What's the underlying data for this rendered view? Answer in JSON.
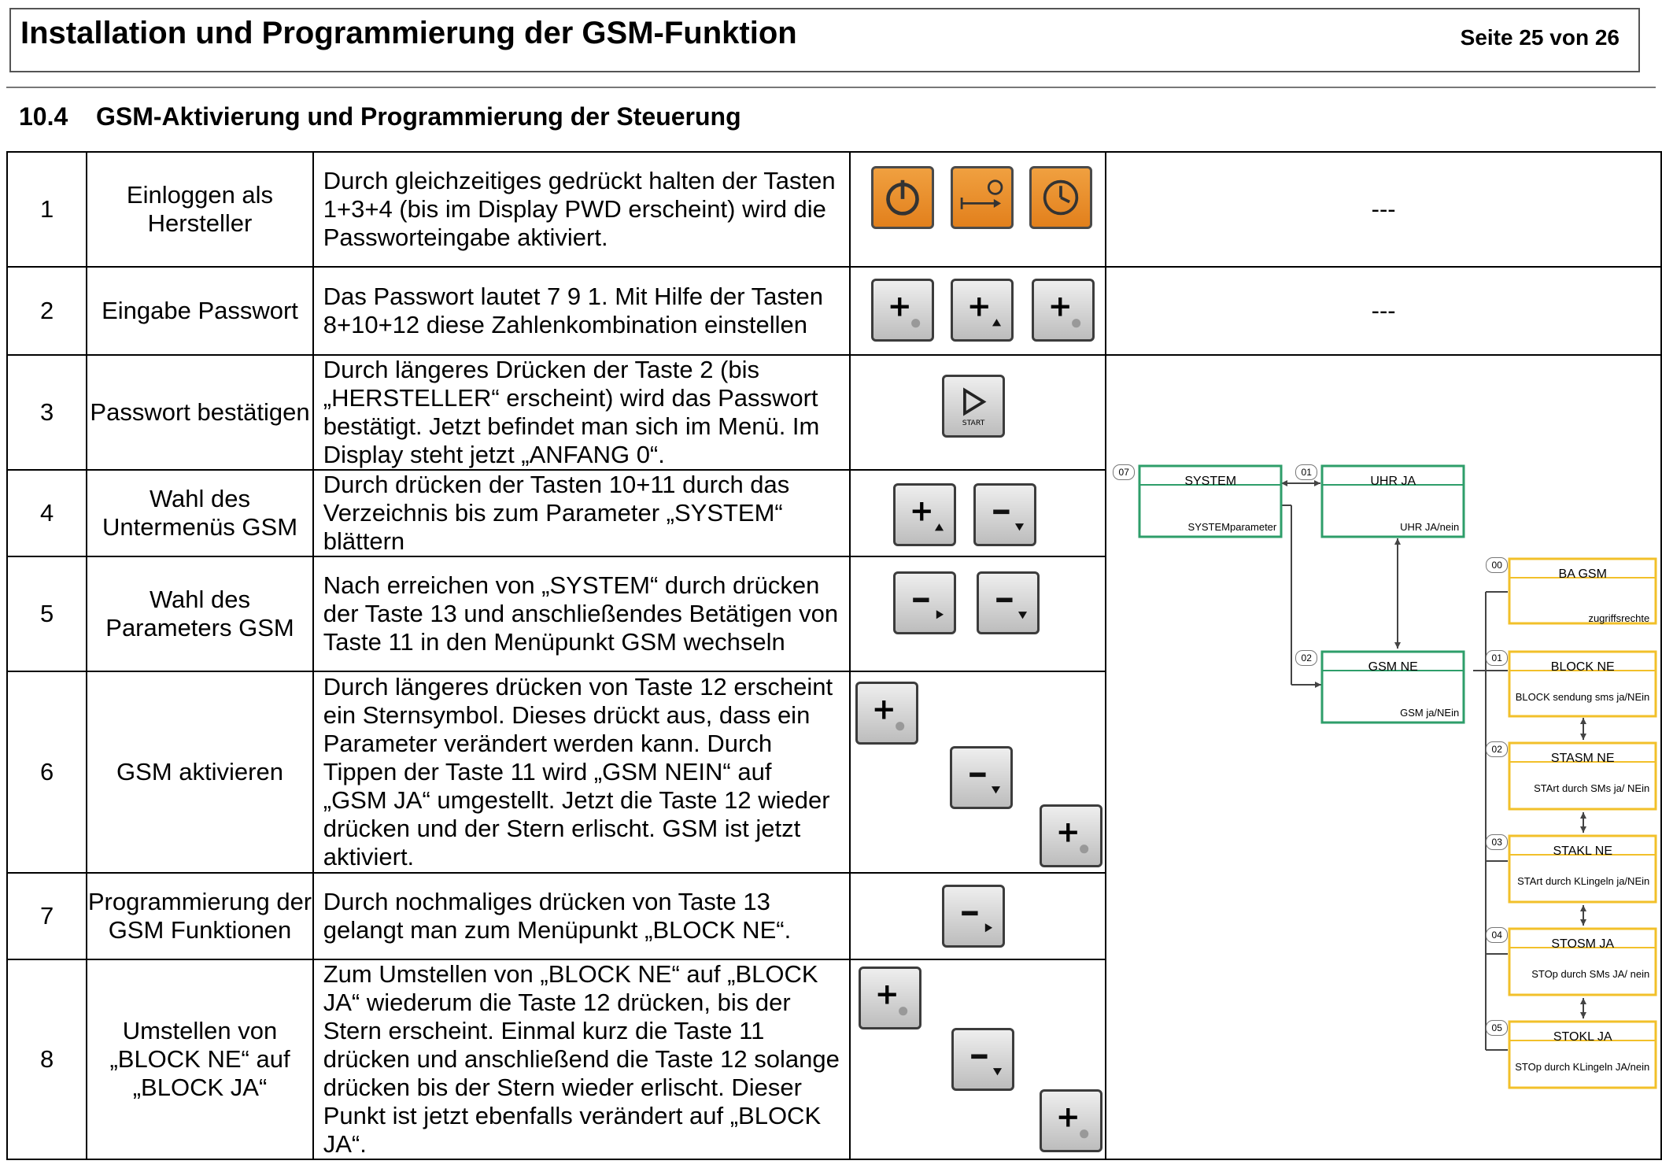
{
  "header": {
    "title": "Installation und Programmierung der GSM-Funktion",
    "page": "Seite 25 von 26"
  },
  "section": {
    "number": "10.4",
    "title": "GSM-Aktivierung und Programmierung der Steuerung"
  },
  "steps": [
    {
      "num": "1",
      "title": "Einloggen als Hersteller",
      "desc": "Durch gleichzeitiges gedrückt halten der Tasten 1+3+4 (bis im Display PWD erscheint) wird die Passworteingabe aktiviert.",
      "result": "---"
    },
    {
      "num": "2",
      "title": "Eingabe Passwort",
      "desc": "Das Passwort lautet 7 9 1. Mit Hilfe der Tasten 8+10+12 diese Zahlenkombination einstellen",
      "result": "---"
    },
    {
      "num": "3",
      "title": "Passwort bestätigen",
      "desc": "Durch längeres Drücken der Taste 2 (bis „HERSTELLER“ erscheint) wird das Passwort bestätigt. Jetzt befindet man sich im Menü. Im Display steht jetzt „ANFANG 0“."
    },
    {
      "num": "4",
      "title": "Wahl des Untermenüs GSM",
      "desc": "Durch drücken der Tasten 10+11 durch das Verzeichnis bis zum Parameter „SYSTEM“ blättern"
    },
    {
      "num": "5",
      "title": "Wahl des Parameters GSM",
      "desc": "Nach erreichen von „SYSTEM“ durch drücken der Taste 13 und anschließendes Betätigen von Taste 11 in den Menüpunkt GSM wechseln"
    },
    {
      "num": "6",
      "title": "GSM aktivieren",
      "desc": "Durch längeres drücken von Taste 12 erscheint ein Sternsymbol. Dieses drückt aus, dass ein Parameter verändert werden kann. Durch Tippen der Taste 11 wird „GSM NEIN“ auf „GSM JA“ umgestellt. Jetzt die Taste 12 wieder drücken und der Stern erlischt. GSM ist jetzt aktiviert."
    },
    {
      "num": "7",
      "title": "Programmierung der GSM Funktionen",
      "desc": "Durch nochmaliges drücken von Taste 13 gelangt man zum Menüpunkt „BLOCK NE“."
    },
    {
      "num": "8",
      "title": "Umstellen von „BLOCK NE“ auf „BLOCK JA“",
      "desc": "Zum Umstellen von „BLOCK NE“ auf „BLOCK JA“ wiederum die Taste 12 drücken, bis der Stern erscheint. Einmal kurz die Taste 11 drücken und anschließend die Taste 12 solange drücken bis der Stern wieder erlischt. Dieser Punkt ist jetzt ebenfalls verändert auf „BLOCK JA“."
    }
  ],
  "flow": {
    "system": {
      "code": "07",
      "label": "SYSTEM",
      "sub": "SYSTEMparameter"
    },
    "uhr": {
      "code": "01",
      "label": "UHR JA",
      "sub": "UHR JA/nein"
    },
    "gsm": {
      "code": "02",
      "label": "GSM NE",
      "sub": "GSM ja/NEin"
    },
    "ba": {
      "code": "00",
      "label": "BA GSM",
      "sub": "zugriffsrechte"
    },
    "block": {
      "code": "01",
      "label": "BLOCK NE",
      "sub": "BLOCK sendung sms ja/NEin"
    },
    "stasm": {
      "code": "02",
      "label": "STASM NE",
      "sub": "STArt durch SMs ja/ NEin"
    },
    "stakl": {
      "code": "03",
      "label": "STAKL NE",
      "sub": "STArt durch KLingeln ja/NEin"
    },
    "stosm": {
      "code": "04",
      "label": "STOSM JA",
      "sub": "STOp durch SMs JA/ nein"
    },
    "stokl": {
      "code": "05",
      "label": "STOKL JA",
      "sub": "STOp durch KLingeln JA/nein"
    }
  },
  "colors": {
    "orange_key": "#e8891f",
    "grey_key": "#cfcfcf",
    "green_box": "#2e9e6a",
    "yellow_box": "#f2c02a"
  }
}
